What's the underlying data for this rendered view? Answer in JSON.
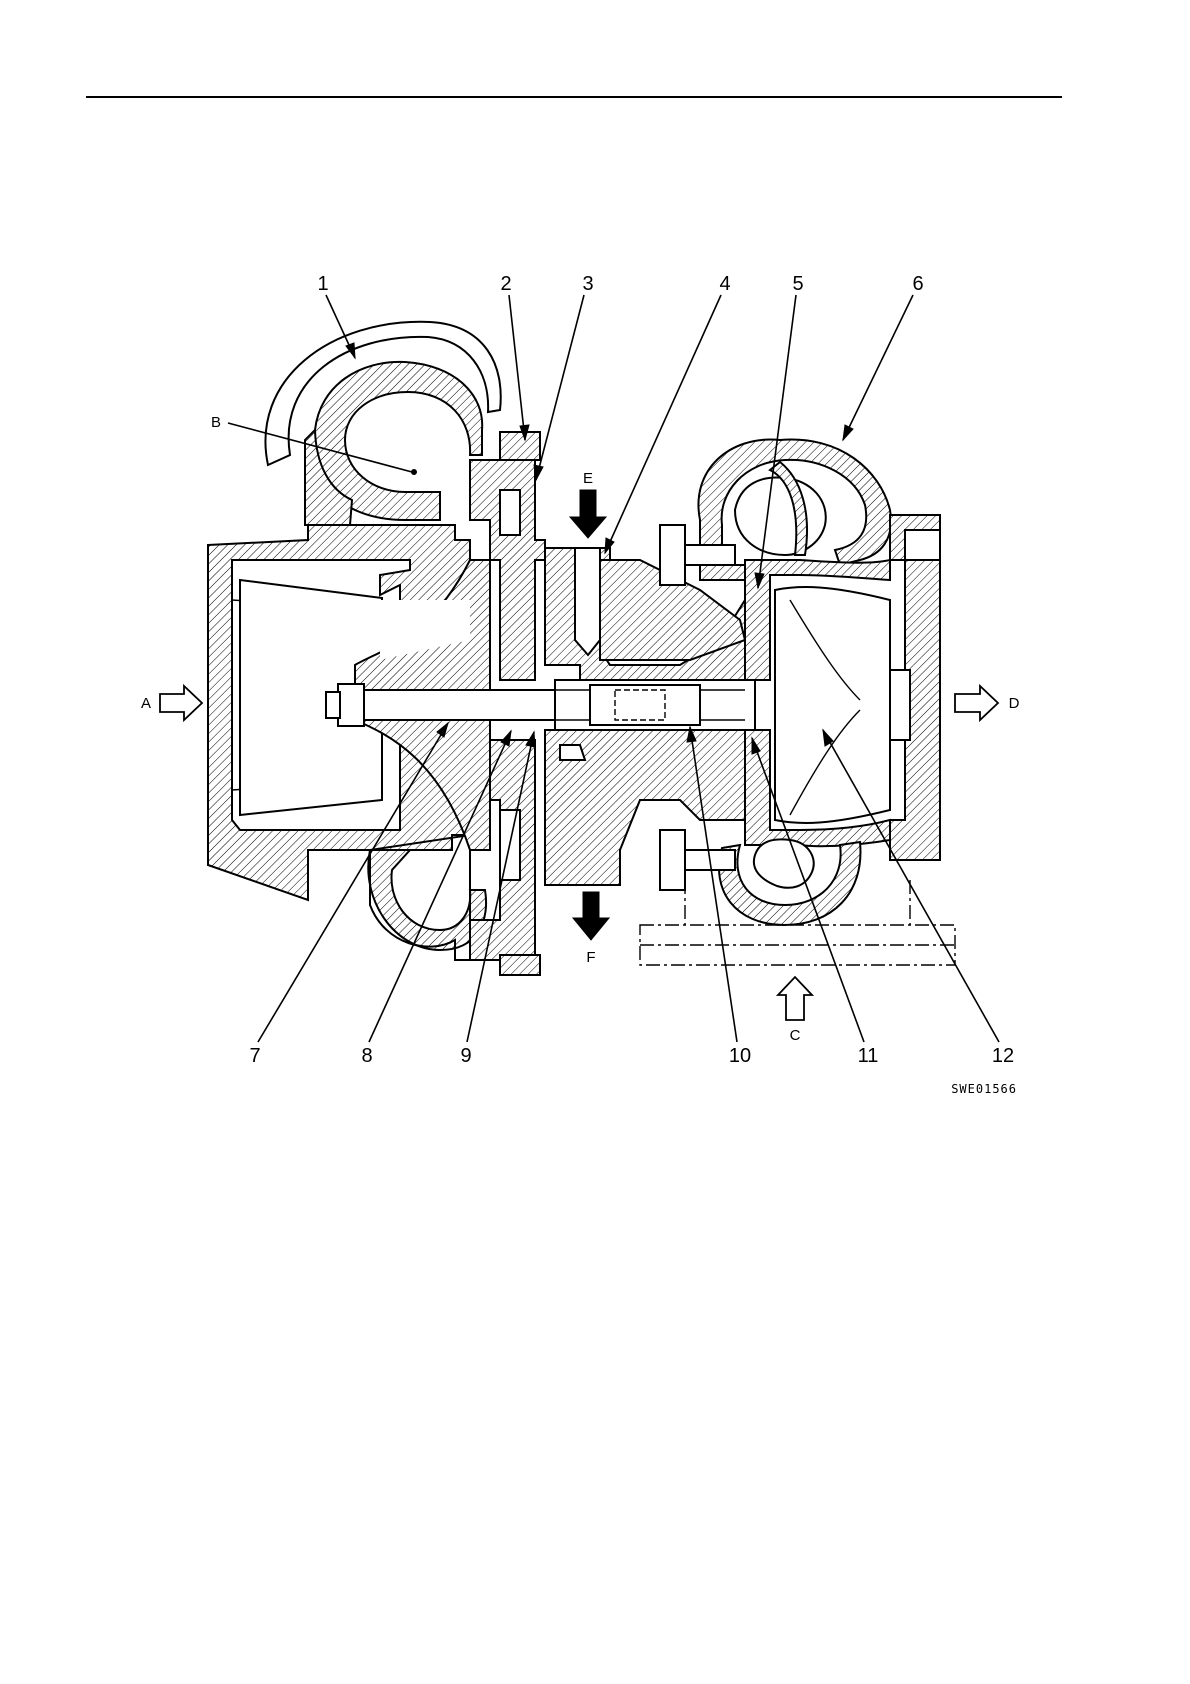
{
  "part_numbers": [
    "1",
    "2",
    "3",
    "4",
    "5",
    "6",
    "7",
    "8",
    "9",
    "10",
    "11",
    "12"
  ],
  "flow_letters": {
    "A": "A",
    "B": "B",
    "C": "C",
    "D": "D",
    "E": "E",
    "F": "F"
  },
  "figure_code": "SWE01566",
  "colors": {
    "line": "#000000",
    "background": "#ffffff"
  },
  "icons": {
    "hollow_arrow": "hollow-arrow-icon",
    "solid_arrow": "solid-arrow-icon"
  }
}
